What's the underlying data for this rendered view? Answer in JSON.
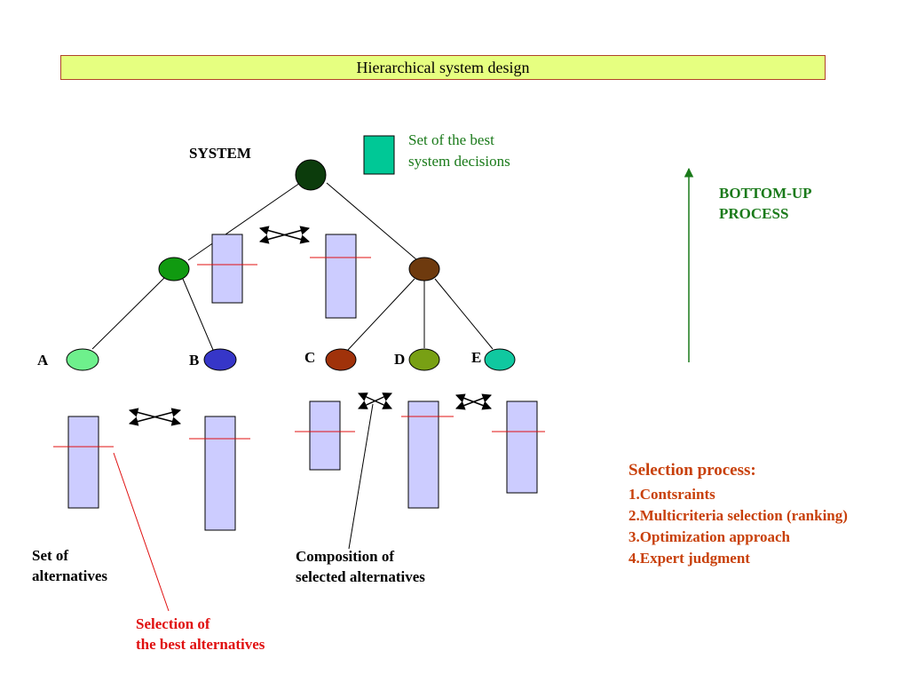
{
  "title": "Hierarchical system design",
  "legend": {
    "line1": "Set of the best",
    "line2": "system decisions",
    "color": "#00c896"
  },
  "system_label": "SYSTEM",
  "bottom_up": {
    "line1": "BOTTOM-UP",
    "line2": "PROCESS",
    "color": "#1a7a1a"
  },
  "nodes": {
    "a": {
      "label": "A",
      "color": "#6ef08c"
    },
    "b": {
      "label": "B",
      "color": "#3636c8"
    },
    "c": {
      "label": "C",
      "color": "#a0320a"
    },
    "d": {
      "label": "D",
      "color": "#78a014"
    },
    "e": {
      "label": "E",
      "color": "#10c8a0"
    },
    "root": {
      "color": "#0c3c0c"
    },
    "left_mid": {
      "color": "#109a10"
    },
    "right_mid": {
      "color": "#6e3a0e"
    }
  },
  "labels": {
    "set_of_alternatives": {
      "line1": "Set of",
      "line2": "alternatives"
    },
    "composition": {
      "line1": "Composition of",
      "line2": "selected alternatives"
    },
    "selection_best": {
      "line1": "Selection of",
      "line2": "the best alternatives"
    }
  },
  "selection_process": {
    "heading": "Selection process:",
    "items": [
      "1.Contsraints",
      "2.Multicriteria selection (ranking)",
      "3.Optimization approach",
      "4.Expert judgment"
    ]
  },
  "colors": {
    "bar_fill": "#ccccff",
    "threshold": "#e01010"
  }
}
